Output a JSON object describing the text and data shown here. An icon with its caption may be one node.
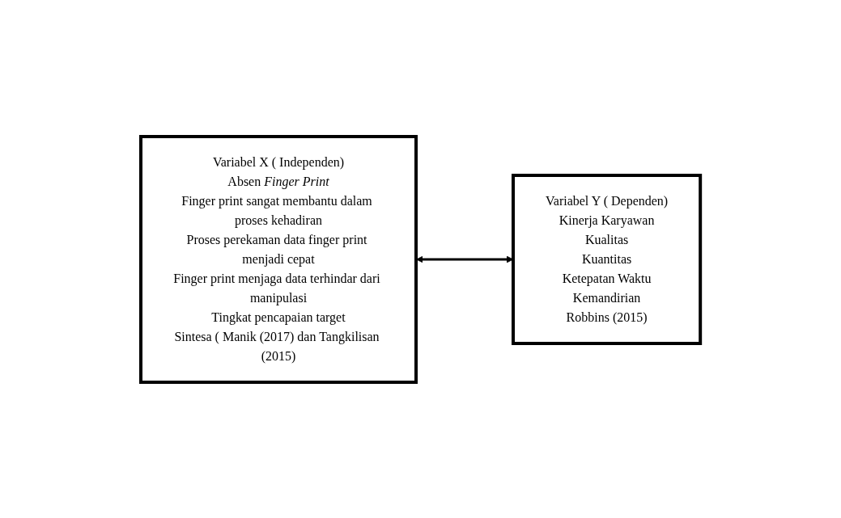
{
  "diagram": {
    "nodes": [
      {
        "text": [
          "Variabel X ( Independen)",
          "Absen *Finger Print*",
          "Finger print sangat membantu dalam proses kehadiran",
          "Proses perekaman data finger print menjadi cepat",
          "Finger print menjaga data terhindar dari manipulasi",
          "Tingkat pencapaian target",
          "Sintesa ( Manik (2017) dan Tangkilisan (2015)"
        ]
      },
      {
        "text": [
          "Variabel Y ( Dependen)",
          "Kinerja Karyawan",
          "Kualitas",
          "Kuantitas",
          "Ketepatan Waktu",
          "Kemandirian",
          "Robbins (2015)"
        ]
      }
    ],
    "edges": [
      {
        "from": 0,
        "to": 1,
        "arrow": "both"
      }
    ]
  }
}
